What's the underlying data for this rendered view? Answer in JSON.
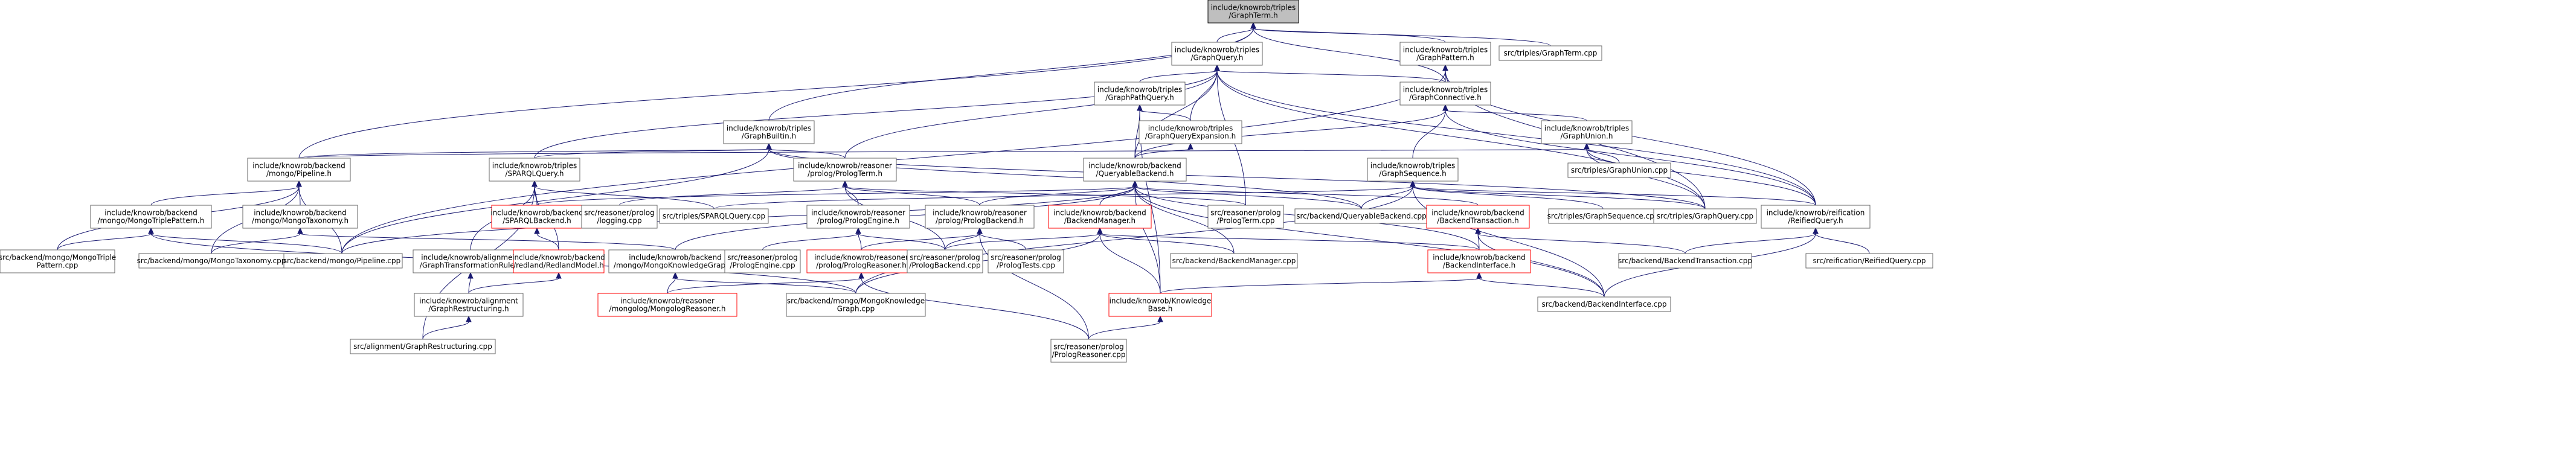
{
  "colors": {
    "edge": "#191970",
    "node_border": "#666666",
    "root_fill": "#bfbfbf",
    "incomplete_border": "#ff0000"
  },
  "nodes": [
    {
      "id": "root",
      "lines": [
        "include/knowrob/triples",
        "/GraphTerm.h"
      ],
      "kind": "root"
    },
    {
      "id": "gq",
      "lines": [
        "include/knowrob/triples",
        "/GraphQuery.h"
      ]
    },
    {
      "id": "gp",
      "lines": [
        "include/knowrob/triples",
        "/GraphPattern.h"
      ]
    },
    {
      "id": "gtcpp",
      "lines": [
        "src/triples/GraphTerm.cpp"
      ]
    },
    {
      "id": "gpq",
      "lines": [
        "include/knowrob/triples",
        "/GraphPathQuery.h"
      ]
    },
    {
      "id": "gc",
      "lines": [
        "include/knowrob/triples",
        "/GraphConnective.h"
      ]
    },
    {
      "id": "gb",
      "lines": [
        "include/knowrob/triples",
        "/GraphBuiltin.h"
      ]
    },
    {
      "id": "gqe",
      "lines": [
        "include/knowrob/triples",
        "/GraphQueryExpansion.h"
      ]
    },
    {
      "id": "gu",
      "lines": [
        "include/knowrob/triples",
        "/GraphUnion.h"
      ]
    },
    {
      "id": "mp",
      "lines": [
        "include/knowrob/backend",
        "/mongo/Pipeline.h"
      ]
    },
    {
      "id": "spq",
      "lines": [
        "include/knowrob/triples",
        "/SPARQLQuery.h"
      ]
    },
    {
      "id": "plt",
      "lines": [
        "include/knowrob/reasoner",
        "/prolog/PrologTerm.h"
      ]
    },
    {
      "id": "qb",
      "lines": [
        "include/knowrob/backend",
        "/QueryableBackend.h"
      ]
    },
    {
      "id": "gs",
      "lines": [
        "include/knowrob/triples",
        "/GraphSequence.h"
      ]
    },
    {
      "id": "gunioncpp",
      "lines": [
        "src/triples/GraphUnion.cpp"
      ]
    },
    {
      "id": "mtp",
      "lines": [
        "include/knowrob/backend",
        "/mongo/MongoTriplePattern.h"
      ]
    },
    {
      "id": "mtax",
      "lines": [
        "include/knowrob/backend",
        "/mongo/MongoTaxonomy.h"
      ]
    },
    {
      "id": "sparqlb",
      "lines": [
        "include/knowrob/backend",
        "/SPARQLBackend.h"
      ],
      "kind": "red"
    },
    {
      "id": "plog",
      "lines": [
        "src/reasoner/prolog",
        "/logging.cpp"
      ]
    },
    {
      "id": "spqcpp",
      "lines": [
        "src/triples/SPARQLQuery.cpp"
      ]
    },
    {
      "id": "ple",
      "lines": [
        "include/knowrob/reasoner",
        "/prolog/PrologEngine.h"
      ]
    },
    {
      "id": "plb",
      "lines": [
        "include/knowrob/reasoner",
        "/prolog/PrologBackend.h"
      ]
    },
    {
      "id": "bm",
      "lines": [
        "include/knowrob/backend",
        "/BackendManager.h"
      ],
      "kind": "red"
    },
    {
      "id": "pltcpp",
      "lines": [
        "src/reasoner/prolog",
        "/PrologTerm.cpp"
      ]
    },
    {
      "id": "qbcpp",
      "lines": [
        "src/backend/QueryableBackend.cpp"
      ]
    },
    {
      "id": "bt",
      "lines": [
        "include/knowrob/backend",
        "/BackendTransaction.h"
      ],
      "kind": "red"
    },
    {
      "id": "gscpp",
      "lines": [
        "src/triples/GraphSequence.cpp"
      ]
    },
    {
      "id": "gqcpp",
      "lines": [
        "src/triples/GraphQuery.cpp"
      ]
    },
    {
      "id": "rq",
      "lines": [
        "include/knowrob/reification",
        "/ReifiedQuery.h"
      ]
    },
    {
      "id": "mtpcpp",
      "lines": [
        "src/backend/mongo/MongoTriple",
        "Pattern.cpp"
      ]
    },
    {
      "id": "mpcpp",
      "lines": [
        "src/backend/mongo/Pipeline.cpp"
      ]
    },
    {
      "id": "mtaxcpp",
      "lines": [
        "src/backend/mongo/MongoTaxonomy.cpp"
      ]
    },
    {
      "id": "gtr",
      "lines": [
        "include/knowrob/alignment",
        "/GraphTransformationRule.h"
      ]
    },
    {
      "id": "rlm",
      "lines": [
        "include/knowrob/backend",
        "/redland/RedlandModel.h"
      ],
      "kind": "red"
    },
    {
      "id": "mkg",
      "lines": [
        "include/knowrob/backend",
        "/mongo/MongoKnowledgeGraph.h"
      ]
    },
    {
      "id": "plecpp",
      "lines": [
        "src/reasoner/prolog",
        "/PrologEngine.cpp"
      ]
    },
    {
      "id": "plr",
      "lines": [
        "include/knowrob/reasoner",
        "/prolog/PrologReasoner.h"
      ],
      "kind": "red"
    },
    {
      "id": "plbcpp",
      "lines": [
        "src/reasoner/prolog",
        "/PrologBackend.cpp"
      ]
    },
    {
      "id": "pltests",
      "lines": [
        "src/reasoner/prolog",
        "/PrologTests.cpp"
      ]
    },
    {
      "id": "bmcpp",
      "lines": [
        "src/backend/BackendManager.cpp"
      ]
    },
    {
      "id": "bi",
      "lines": [
        "include/knowrob/backend",
        "/BackendInterface.h"
      ],
      "kind": "red"
    },
    {
      "id": "btcpp",
      "lines": [
        "src/backend/BackendTransaction.cpp"
      ]
    },
    {
      "id": "rqcpp",
      "lines": [
        "src/reification/ReifiedQuery.cpp"
      ]
    },
    {
      "id": "grh",
      "lines": [
        "include/knowrob/alignment",
        "/GraphRestructuring.h"
      ]
    },
    {
      "id": "mongor",
      "lines": [
        "include/knowrob/reasoner",
        "/mongolog/MongologReasoner.h"
      ],
      "kind": "red"
    },
    {
      "id": "mkgcpp",
      "lines": [
        "src/backend/mongo/MongoKnowledge",
        "Graph.cpp"
      ]
    },
    {
      "id": "kb",
      "lines": [
        "include/knowrob/Knowledge",
        "Base.h"
      ],
      "kind": "red"
    },
    {
      "id": "bicpp",
      "lines": [
        "src/backend/BackendInterface.cpp"
      ]
    },
    {
      "id": "grcpp",
      "lines": [
        "src/alignment/GraphRestructuring.cpp"
      ]
    },
    {
      "id": "plrcpp",
      "lines": [
        "src/reasoner/prolog",
        "/PrologReasoner.cpp"
      ]
    }
  ]
}
